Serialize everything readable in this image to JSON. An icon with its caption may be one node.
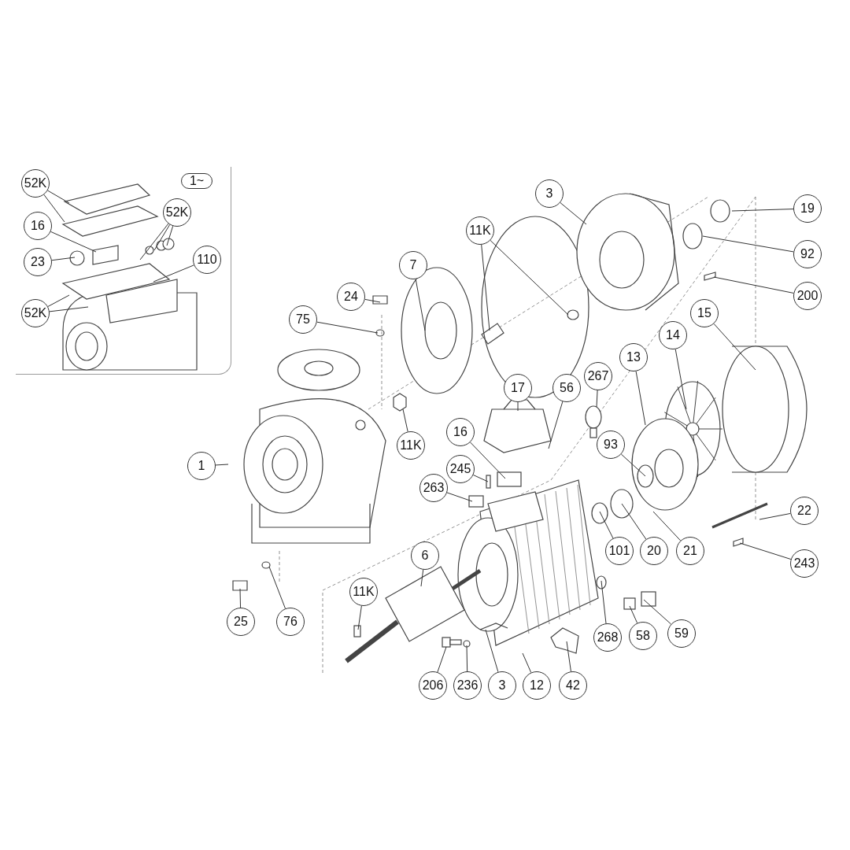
{
  "diagram": {
    "nodes": [
      {
        "text": [],
        "shape": "box"
      },
      {
        "text": [
          "52K"
        ],
        "in": 0
      },
      {
        "text": [
          "1~"
        ],
        "in": 0
      },
      {
        "text": [
          "52K"
        ],
        "in": 0
      },
      {
        "text": [
          "16"
        ],
        "in": 0
      },
      {
        "text": [
          "23"
        ],
        "in": 0
      },
      {
        "text": [
          "110"
        ],
        "in": 0
      },
      {
        "text": [
          "52K"
        ],
        "in": 0
      },
      {
        "text": [
          "3"
        ]
      },
      {
        "text": [
          "19"
        ]
      },
      {
        "text": [
          "11K"
        ]
      },
      {
        "text": [
          "92"
        ]
      },
      {
        "text": [
          "7"
        ]
      },
      {
        "text": [
          "200"
        ]
      },
      {
        "text": [
          "24"
        ]
      },
      {
        "text": [
          "15"
        ]
      },
      {
        "text": [
          "75"
        ]
      },
      {
        "text": [
          "14"
        ]
      },
      {
        "text": [
          "13"
        ]
      },
      {
        "text": [
          "267"
        ]
      },
      {
        "text": [
          "17"
        ]
      },
      {
        "text": [
          "56"
        ]
      },
      {
        "text": [
          "16"
        ]
      },
      {
        "text": [
          "11K"
        ]
      },
      {
        "text": [
          "93"
        ]
      },
      {
        "text": [
          "1"
        ]
      },
      {
        "text": [
          "245"
        ]
      },
      {
        "text": [
          "263"
        ]
      },
      {
        "text": [
          "22"
        ]
      },
      {
        "text": [
          "101"
        ]
      },
      {
        "text": [
          "20"
        ]
      },
      {
        "text": [
          "21"
        ]
      },
      {
        "text": [
          "6"
        ]
      },
      {
        "text": [
          "243"
        ]
      },
      {
        "text": [
          "11K"
        ]
      },
      {
        "text": [
          "25"
        ]
      },
      {
        "text": [
          "76"
        ]
      },
      {
        "text": [
          "59"
        ]
      },
      {
        "text": [
          "268"
        ]
      },
      {
        "text": [
          "58"
        ]
      },
      {
        "text": [
          "206"
        ]
      },
      {
        "text": [
          "236"
        ]
      },
      {
        "text": [
          "3"
        ]
      },
      {
        "text": [
          "12"
        ]
      },
      {
        "text": [
          "42"
        ]
      }
    ],
    "edges": [
      {
        "from": 1,
        "to": null,
        "arrow": "none"
      },
      {
        "from": 1,
        "to": null,
        "arrow": "none"
      },
      {
        "from": 3,
        "to": null,
        "arrow": "none"
      },
      {
        "from": 3,
        "to": null,
        "arrow": "none"
      },
      {
        "from": 3,
        "to": null,
        "arrow": "none"
      },
      {
        "from": 4,
        "to": null,
        "arrow": "none"
      },
      {
        "from": 5,
        "to": null,
        "arrow": "none"
      },
      {
        "from": 6,
        "to": null,
        "arrow": "none"
      },
      {
        "from": 7,
        "to": null,
        "arrow": "none"
      },
      {
        "from": 7,
        "to": null,
        "arrow": "none"
      },
      {
        "from": 8,
        "to": null,
        "arrow": "none"
      },
      {
        "from": 9,
        "to": null,
        "arrow": "none"
      },
      {
        "from": 10,
        "to": null,
        "arrow": "none"
      },
      {
        "from": 10,
        "to": null,
        "arrow": "none"
      },
      {
        "from": 11,
        "to": null,
        "arrow": "none"
      },
      {
        "from": 12,
        "to": null,
        "arrow": "none"
      },
      {
        "from": 13,
        "to": null,
        "arrow": "none"
      },
      {
        "from": 14,
        "to": null,
        "arrow": "none"
      },
      {
        "from": 15,
        "to": null,
        "arrow": "none"
      },
      {
        "from": 16,
        "to": null,
        "arrow": "none"
      },
      {
        "from": 17,
        "to": null,
        "arrow": "none"
      },
      {
        "from": 18,
        "to": null,
        "arrow": "none"
      },
      {
        "from": 19,
        "to": null,
        "arrow": "none"
      },
      {
        "from": 20,
        "to": null,
        "arrow": "none"
      },
      {
        "from": 21,
        "to": null,
        "arrow": "none"
      },
      {
        "from": 22,
        "to": null,
        "arrow": "none"
      },
      {
        "from": 23,
        "to": null,
        "arrow": "none"
      },
      {
        "from": 24,
        "to": null,
        "arrow": "none"
      },
      {
        "from": 25,
        "to": null,
        "arrow": "none"
      },
      {
        "from": 26,
        "to": null,
        "arrow": "none"
      },
      {
        "from": 27,
        "to": null,
        "arrow": "none"
      },
      {
        "from": 28,
        "to": null,
        "arrow": "none"
      },
      {
        "from": 29,
        "to": null,
        "arrow": "none"
      },
      {
        "from": 30,
        "to": null,
        "arrow": "none"
      },
      {
        "from": 31,
        "to": null,
        "arrow": "none"
      },
      {
        "from": 32,
        "to": null,
        "arrow": "none"
      },
      {
        "from": 33,
        "to": null,
        "arrow": "none"
      },
      {
        "from": 34,
        "to": null,
        "arrow": "none"
      },
      {
        "from": 35,
        "to": null,
        "arrow": "none"
      },
      {
        "from": 36,
        "to": null,
        "arrow": "none"
      },
      {
        "from": 37,
        "to": null,
        "arrow": "none"
      },
      {
        "from": 38,
        "to": null,
        "arrow": "none"
      },
      {
        "from": 39,
        "to": null,
        "arrow": "none"
      },
      {
        "from": 40,
        "to": null,
        "arrow": "none"
      },
      {
        "from": 41,
        "to": null,
        "arrow": "none"
      },
      {
        "from": 42,
        "to": null,
        "arrow": "none"
      },
      {
        "from": 43,
        "to": null,
        "arrow": "none"
      },
      {
        "from": 44,
        "to": null,
        "arrow": "none"
      }
    ]
  }
}
